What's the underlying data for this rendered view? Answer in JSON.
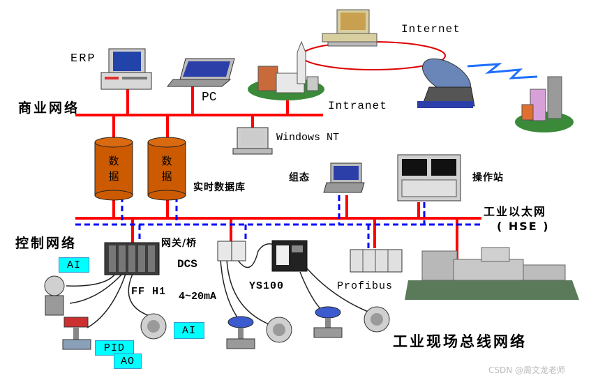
{
  "labels": {
    "erp": "ERP",
    "pc": "PC",
    "internet": "Internet",
    "intranet": "Intranet",
    "windows_nt": "Windows NT",
    "business_net": "商业网络",
    "cylinder1_line1": "数",
    "cylinder1_line2": "据",
    "cylinder2_line1": "数",
    "cylinder2_line2": "据",
    "realtime_db": "实时数据库",
    "config": "组态",
    "operator_station": "操作站",
    "industrial_ethernet": "工业以太网",
    "hse": "( HSE )",
    "control_net": "控制网络",
    "gateway": "网关/桥",
    "dcs": "DCS",
    "ff_h1": "FF H1",
    "ma": "4~20mA",
    "ys100": "YS100",
    "profibus": "Profibus",
    "fieldbus_net": "工业现场总线网络",
    "ai_box_1": "AI",
    "ai_box_2": "AI",
    "pid_box": "PID",
    "ao_box": "AO",
    "watermark": "CSDN @周文龙老师"
  },
  "colors": {
    "line_red": "#ff0000",
    "line_blue": "#0000ff",
    "cylinder": "#cc5a00",
    "function_box": "#00ffff"
  }
}
